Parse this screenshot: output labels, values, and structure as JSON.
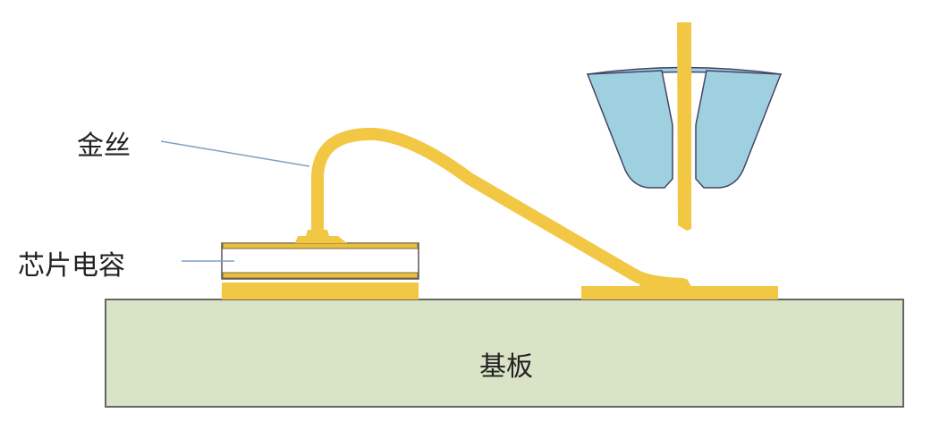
{
  "labels": {
    "gold_wire": "金丝",
    "chip_capacitor": "芯片电容",
    "substrate": "基板"
  },
  "colors": {
    "gold": "#f2c744",
    "substrate": "#d9e4c6",
    "capillary": "#9fd0e0",
    "leader_line": "#7f9fc9"
  }
}
